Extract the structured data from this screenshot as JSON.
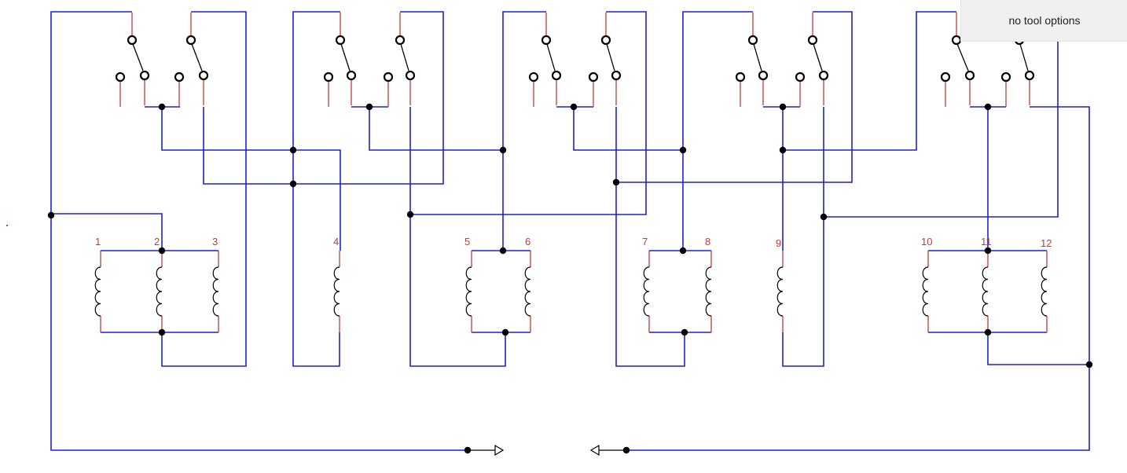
{
  "tool_panel": {
    "text": "no tool options"
  },
  "colors": {
    "wire": "#1f1fd6",
    "lead": "#c43a3a",
    "label": "#c43a3a",
    "junction": "#000000",
    "panel": "#f0f0f0"
  },
  "coils": [
    {
      "label": "1"
    },
    {
      "label": "2"
    },
    {
      "label": "3"
    },
    {
      "label": "4"
    },
    {
      "label": "5"
    },
    {
      "label": "6"
    },
    {
      "label": "7"
    },
    {
      "label": "8"
    },
    {
      "label": "9"
    },
    {
      "label": "10"
    },
    {
      "label": "11"
    },
    {
      "label": "12"
    }
  ],
  "switch_groups": 5,
  "terminals": {
    "left": "output-arrow",
    "right": "input-arrow"
  }
}
